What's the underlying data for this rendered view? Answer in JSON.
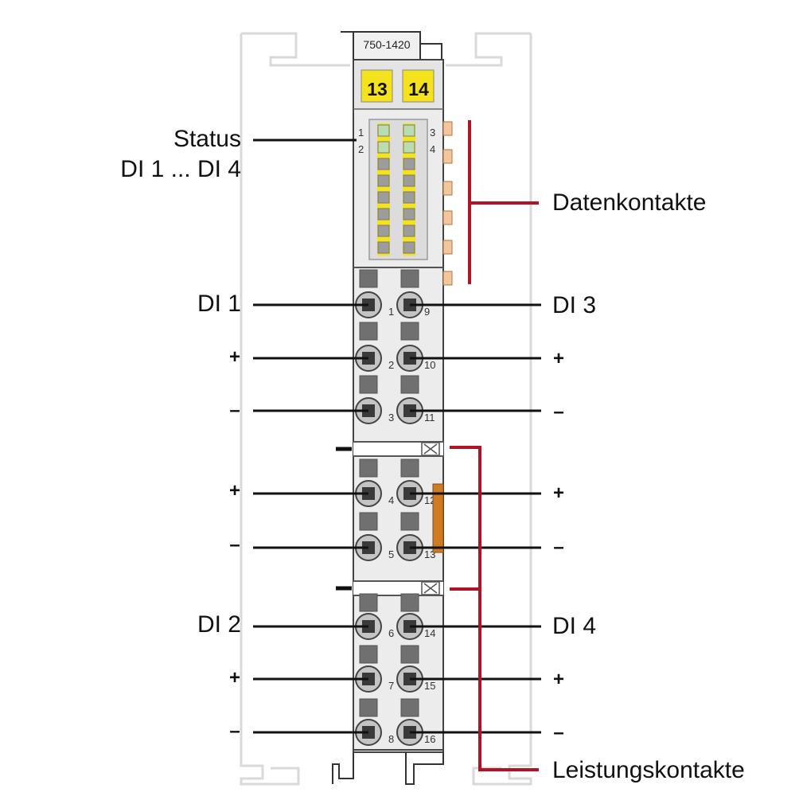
{
  "module": {
    "model": "750-1420",
    "marker_left": "13",
    "marker_right": "14"
  },
  "led_numbers": [
    "1",
    "2",
    "3",
    "4"
  ],
  "terminal_numbers": [
    "1",
    "2",
    "3",
    "4",
    "5",
    "6",
    "7",
    "8",
    "9",
    "10",
    "11",
    "12",
    "13",
    "14",
    "15",
    "16"
  ],
  "labels": {
    "status_line1": "Status",
    "status_line2": "DI 1 ... DI 4",
    "datenkontakte": "Datenkontakte",
    "leistungskontakte": "Leistungskontakte",
    "di1": "DI 1",
    "di2": "DI 2",
    "di3": "DI 3",
    "di4": "DI 4",
    "plus": "+",
    "minus": "–"
  },
  "colors": {
    "marker_yellow": "#f4e21c",
    "led_green": "#b9dcb0",
    "led_gray": "#9c9c9c",
    "power_contact_red": "#b01226",
    "jumper_orange": "#d07a22",
    "housing_light": "#ebebeb",
    "outline_gray": "#d8d8d8"
  }
}
